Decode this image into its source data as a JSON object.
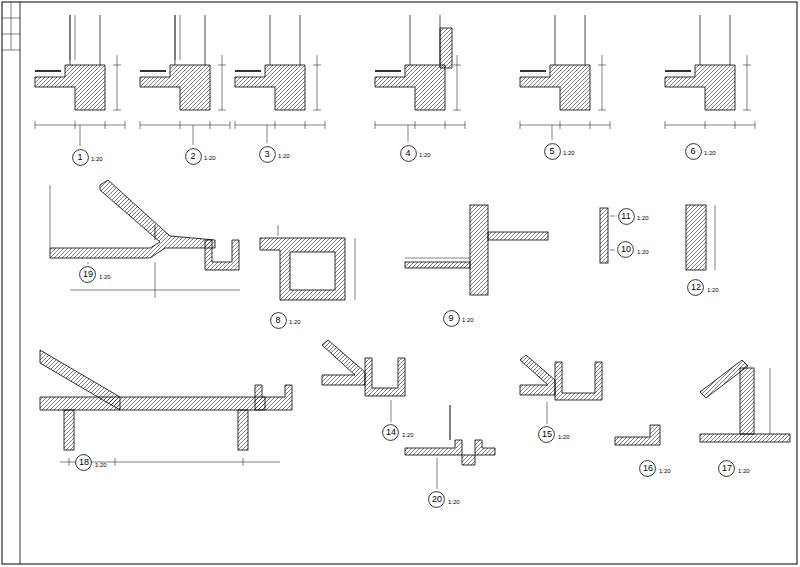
{
  "diagram": {
    "nodes": [
      {
        "text": [
          "1"
        ]
      },
      {
        "text": [
          "2"
        ]
      },
      {
        "text": [
          "3"
        ]
      },
      {
        "text": [
          "4"
        ]
      },
      {
        "text": [
          "5"
        ]
      },
      {
        "text": [
          "6"
        ]
      },
      {
        "text": [
          "19"
        ]
      },
      {
        "text": [
          "8"
        ]
      },
      {
        "text": [
          "9"
        ]
      },
      {
        "text": [
          "11"
        ]
      },
      {
        "text": [
          "10"
        ]
      },
      {
        "text": [
          "12"
        ]
      },
      {
        "text": [
          "18"
        ]
      },
      {
        "text": [
          "14"
        ]
      },
      {
        "text": [
          "20"
        ]
      },
      {
        "text": [
          "15"
        ]
      },
      {
        "text": [
          "16"
        ]
      },
      {
        "text": [
          "17"
        ]
      }
    ],
    "labels": [
      "1:20",
      "1:20",
      "1:20",
      "1:20",
      "1:20",
      "1:20",
      "1:20",
      "1:20",
      "1:20",
      "1:20",
      "1:20",
      "1:20",
      "1:20",
      "1:20",
      "1:20",
      "1:20",
      "1:20",
      "1:20"
    ]
  }
}
